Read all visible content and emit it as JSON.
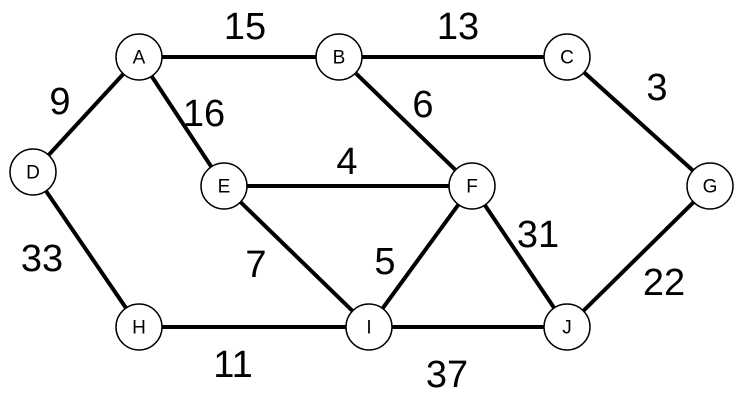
{
  "graph": {
    "nodes": [
      {
        "id": "A",
        "label": "A"
      },
      {
        "id": "B",
        "label": "B"
      },
      {
        "id": "C",
        "label": "C"
      },
      {
        "id": "D",
        "label": "D"
      },
      {
        "id": "E",
        "label": "E"
      },
      {
        "id": "F",
        "label": "F"
      },
      {
        "id": "G",
        "label": "G"
      },
      {
        "id": "H",
        "label": "H"
      },
      {
        "id": "I",
        "label": "I"
      },
      {
        "id": "J",
        "label": "J"
      }
    ],
    "edges": [
      {
        "from": "A",
        "to": "B",
        "weight": "15"
      },
      {
        "from": "B",
        "to": "C",
        "weight": "13"
      },
      {
        "from": "C",
        "to": "G",
        "weight": "3"
      },
      {
        "from": "A",
        "to": "D",
        "weight": "9"
      },
      {
        "from": "A",
        "to": "E",
        "weight": "16"
      },
      {
        "from": "B",
        "to": "F",
        "weight": "6"
      },
      {
        "from": "E",
        "to": "F",
        "weight": "4"
      },
      {
        "from": "D",
        "to": "H",
        "weight": "33"
      },
      {
        "from": "E",
        "to": "I",
        "weight": "7"
      },
      {
        "from": "F",
        "to": "I",
        "weight": "5"
      },
      {
        "from": "F",
        "to": "J",
        "weight": "31"
      },
      {
        "from": "G",
        "to": "J",
        "weight": "22"
      },
      {
        "from": "H",
        "to": "I",
        "weight": "11"
      },
      {
        "from": "I",
        "to": "J",
        "weight": "37"
      }
    ]
  }
}
